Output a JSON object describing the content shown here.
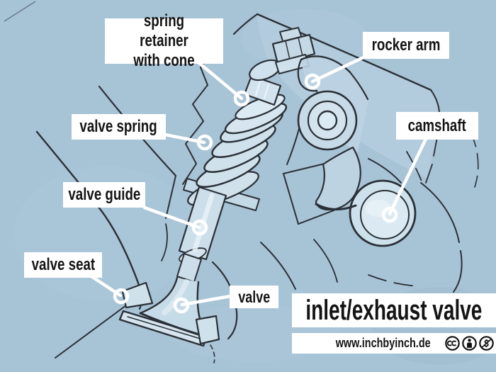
{
  "colors": {
    "background": "#a7c3d6",
    "ink": "#2b3036",
    "label_background": "#ffffff",
    "label_text": "#141414",
    "part_fill": "#c9dce8",
    "part_fill_light": "#dcebf3",
    "leader_white": "#ffffff"
  },
  "labels": {
    "spring_retainer": {
      "line1": "spring retainer",
      "line2": "with cone"
    },
    "rocker_arm": "rocker arm",
    "valve_spring": "valve spring",
    "camshaft": "camshaft",
    "valve_guide": "valve guide",
    "valve_seat": "valve seat",
    "valve": "valve"
  },
  "title": "inlet/exhaust valve",
  "footer": {
    "website": "www.inchbyinch.de",
    "license_icons": [
      "cc-icon",
      "by-icon",
      "nc-icon"
    ]
  }
}
